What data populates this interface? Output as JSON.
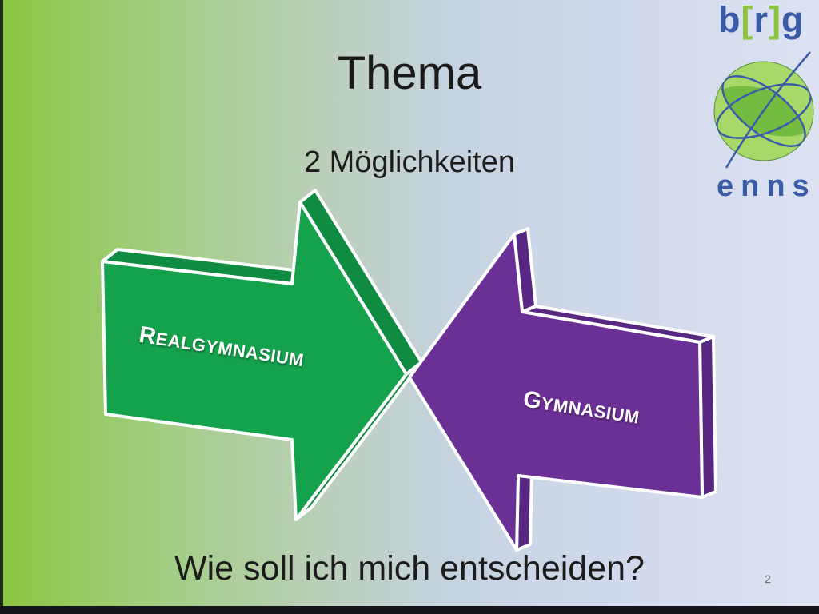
{
  "slide": {
    "title": "Thema",
    "subtitle": "2 Möglichkeiten",
    "question": "Wie soll ich mich entscheiden?",
    "page_number": "2"
  },
  "diagram": {
    "type": "opposing-3d-block-arrows",
    "green_arrow": {
      "label": "Realgymnasium",
      "label_initial": "R",
      "label_rest": "EALGYMNASIUM",
      "fill": "#14A24C",
      "bevel_fill": "#0F8C41",
      "outline": "#FFFFFF",
      "points": "right"
    },
    "purple_arrow": {
      "label": "Gymnasium",
      "label_initial": "G",
      "label_rest": "YMNASIUM",
      "fill": "#6B3095",
      "bevel_fill": "#582781",
      "outline": "#FFFFFF",
      "points": "left"
    }
  },
  "logo": {
    "top_letters": [
      "b",
      "[",
      "r",
      "]",
      "g"
    ],
    "bottom_text": "enns",
    "blue": "#3A5BA8",
    "green": "#8CC63F"
  },
  "background": {
    "gradient_left": "#8CC63F",
    "gradient_right": "#DCE2F2",
    "bottom_bar": "#15151b"
  }
}
